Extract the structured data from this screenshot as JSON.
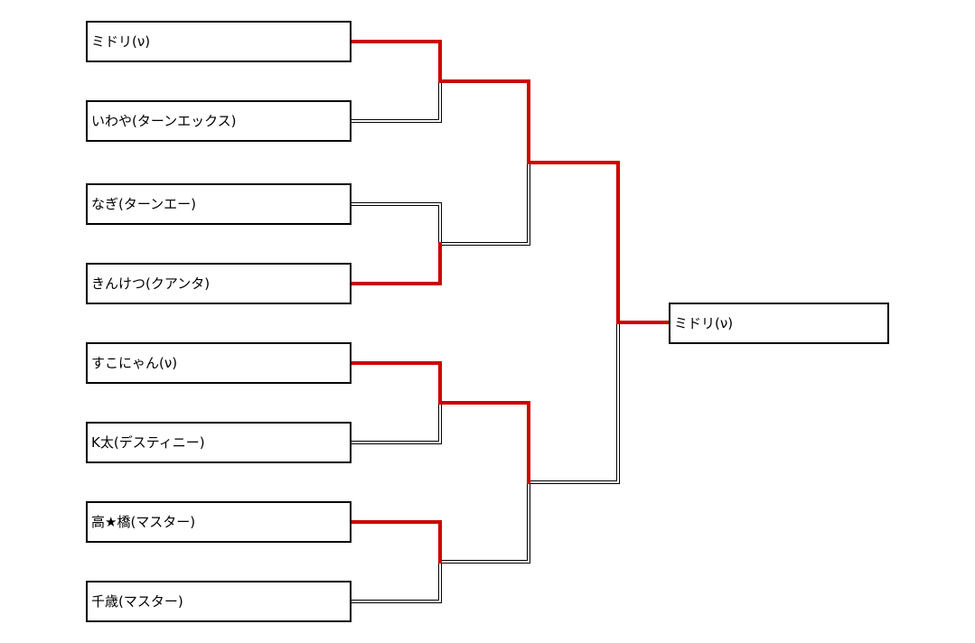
{
  "colors": {
    "winner_path": "#cc0000",
    "loser_path": "#000000",
    "box_border": "#000000"
  },
  "entrants": [
    "ミドリ(ν)",
    "いわや(ターンエックス)",
    "なぎ(ターンエー)",
    "きんけつ(クアンタ)",
    "すこにゃん(ν)",
    "K太(デスティニー)",
    "高★橋(マスター)",
    "千歳(マスター)"
  ],
  "rounds": [
    {
      "winners": [
        0,
        3,
        4,
        6
      ]
    },
    {
      "winners": [
        0,
        4
      ]
    },
    {
      "winners": [
        0
      ]
    }
  ],
  "champion": "ミドリ(ν)"
}
